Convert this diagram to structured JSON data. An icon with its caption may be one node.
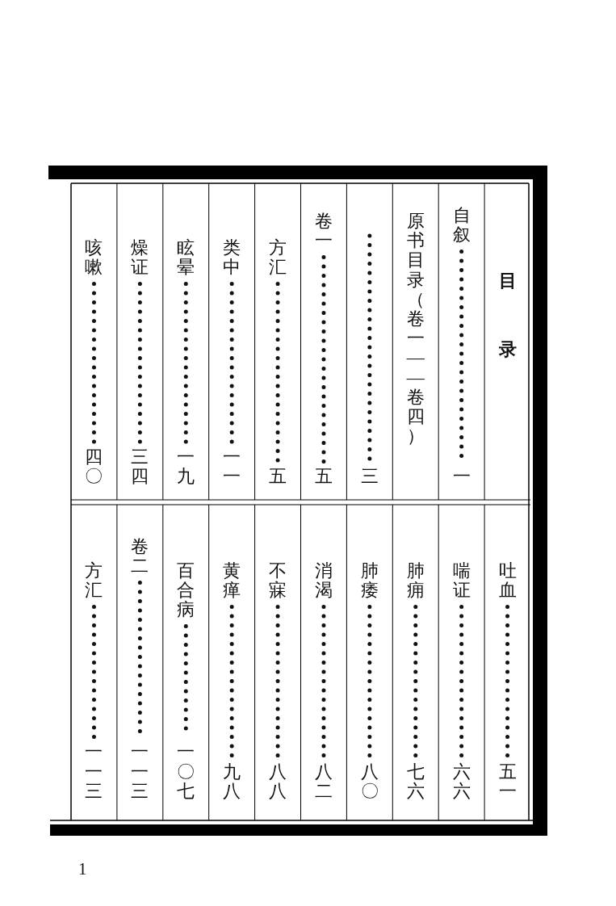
{
  "diagram": {
    "title": "目录",
    "nodes": [
      {
        "text": [
          "自叙"
        ]
      },
      {
        "text": [
          "一"
        ]
      },
      {
        "text": [
          "原书目录（卷一——卷四）"
        ]
      },
      {
        "text": [
          "三"
        ]
      },
      {
        "text": [
          "卷一"
        ]
      },
      {
        "text": [
          "五"
        ]
      },
      {
        "text": [
          "方汇"
        ]
      },
      {
        "text": [
          "五"
        ]
      },
      {
        "text": [
          "类中"
        ]
      },
      {
        "text": [
          "一一"
        ]
      },
      {
        "text": [
          "眩晕"
        ]
      },
      {
        "text": [
          "一九"
        ]
      },
      {
        "text": [
          "燥证"
        ]
      },
      {
        "text": [
          "三四"
        ]
      },
      {
        "text": [
          "咳嗽"
        ]
      },
      {
        "text": [
          "四〇"
        ]
      },
      {
        "text": [
          "吐血"
        ]
      },
      {
        "text": [
          "五一"
        ]
      },
      {
        "text": [
          "喘证"
        ]
      },
      {
        "text": [
          "六六"
        ]
      },
      {
        "text": [
          "肺痈"
        ]
      },
      {
        "text": [
          "七六"
        ]
      },
      {
        "text": [
          "肺痿"
        ]
      },
      {
        "text": [
          "八〇"
        ]
      },
      {
        "text": [
          "消渴"
        ]
      },
      {
        "text": [
          "八二"
        ]
      },
      {
        "text": [
          "不寐"
        ]
      },
      {
        "text": [
          "八八"
        ]
      },
      {
        "text": [
          "黄瘅"
        ]
      },
      {
        "text": [
          "九八"
        ]
      },
      {
        "text": [
          "百合病"
        ]
      },
      {
        "text": [
          "一〇七"
        ]
      },
      {
        "text": [
          "卷二"
        ]
      },
      {
        "text": [
          "一一三"
        ]
      },
      {
        "text": [
          "方汇"
        ]
      },
      {
        "text": [
          "一一三"
        ]
      }
    ],
    "edges": [
      {
        "from": 0,
        "to": 1,
        "arrow": "none"
      },
      {
        "from": null,
        "to": 3,
        "arrow": "none"
      },
      {
        "from": 4,
        "to": 5,
        "arrow": "none"
      },
      {
        "from": 6,
        "to": 7,
        "arrow": "none"
      },
      {
        "from": 8,
        "to": 9,
        "arrow": "none"
      },
      {
        "from": 10,
        "to": 11,
        "arrow": "none"
      },
      {
        "from": 12,
        "to": 13,
        "arrow": "none"
      },
      {
        "from": 14,
        "to": 15,
        "arrow": "none"
      },
      {
        "from": 16,
        "to": 17,
        "arrow": "none"
      },
      {
        "from": 18,
        "to": 19,
        "arrow": "none"
      },
      {
        "from": 20,
        "to": 21,
        "arrow": "none"
      },
      {
        "from": 22,
        "to": 23,
        "arrow": "none"
      },
      {
        "from": 24,
        "to": 25,
        "arrow": "none"
      },
      {
        "from": 26,
        "to": 27,
        "arrow": "none"
      },
      {
        "from": 28,
        "to": 29,
        "arrow": "none"
      },
      {
        "from": 30,
        "to": 31,
        "arrow": "none"
      },
      {
        "from": 32,
        "to": 33,
        "arrow": "none"
      },
      {
        "from": 34,
        "to": 35,
        "arrow": "none"
      }
    ],
    "labels": [
      "1"
    ]
  }
}
